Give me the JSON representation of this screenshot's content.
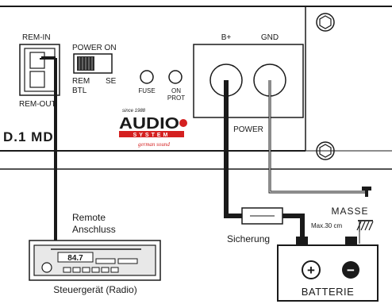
{
  "amp": {
    "rem_in": "REM-IN",
    "rem_out": "REM-OUT",
    "power_on": "POWER ON",
    "rem": "REM",
    "btl": "BTL",
    "se": "SE",
    "fuse": "FUSE",
    "on": "ON",
    "prot": "PROT",
    "model_fragment": "D.1 MD",
    "b_plus": "B+",
    "gnd": "GND",
    "power": "POWER"
  },
  "logo": {
    "since": "since 1988",
    "brand": "AUDIO",
    "sub": "SYSTEM",
    "tagline": "german sound"
  },
  "wiring": {
    "remote_line1": "Remote",
    "remote_line2": "Anschluss",
    "radio_display": "84.7",
    "radio_caption": "Steuergerät (Radio)",
    "masse": "MASSE",
    "max_len": "Max.30 cm",
    "sicherung": "Sicherung",
    "plus_symbol": "+",
    "minus_symbol": "−",
    "batterie": "BATTERIE"
  },
  "colors": {
    "line": "#1a1a1a",
    "accent_red": "#d42020"
  }
}
